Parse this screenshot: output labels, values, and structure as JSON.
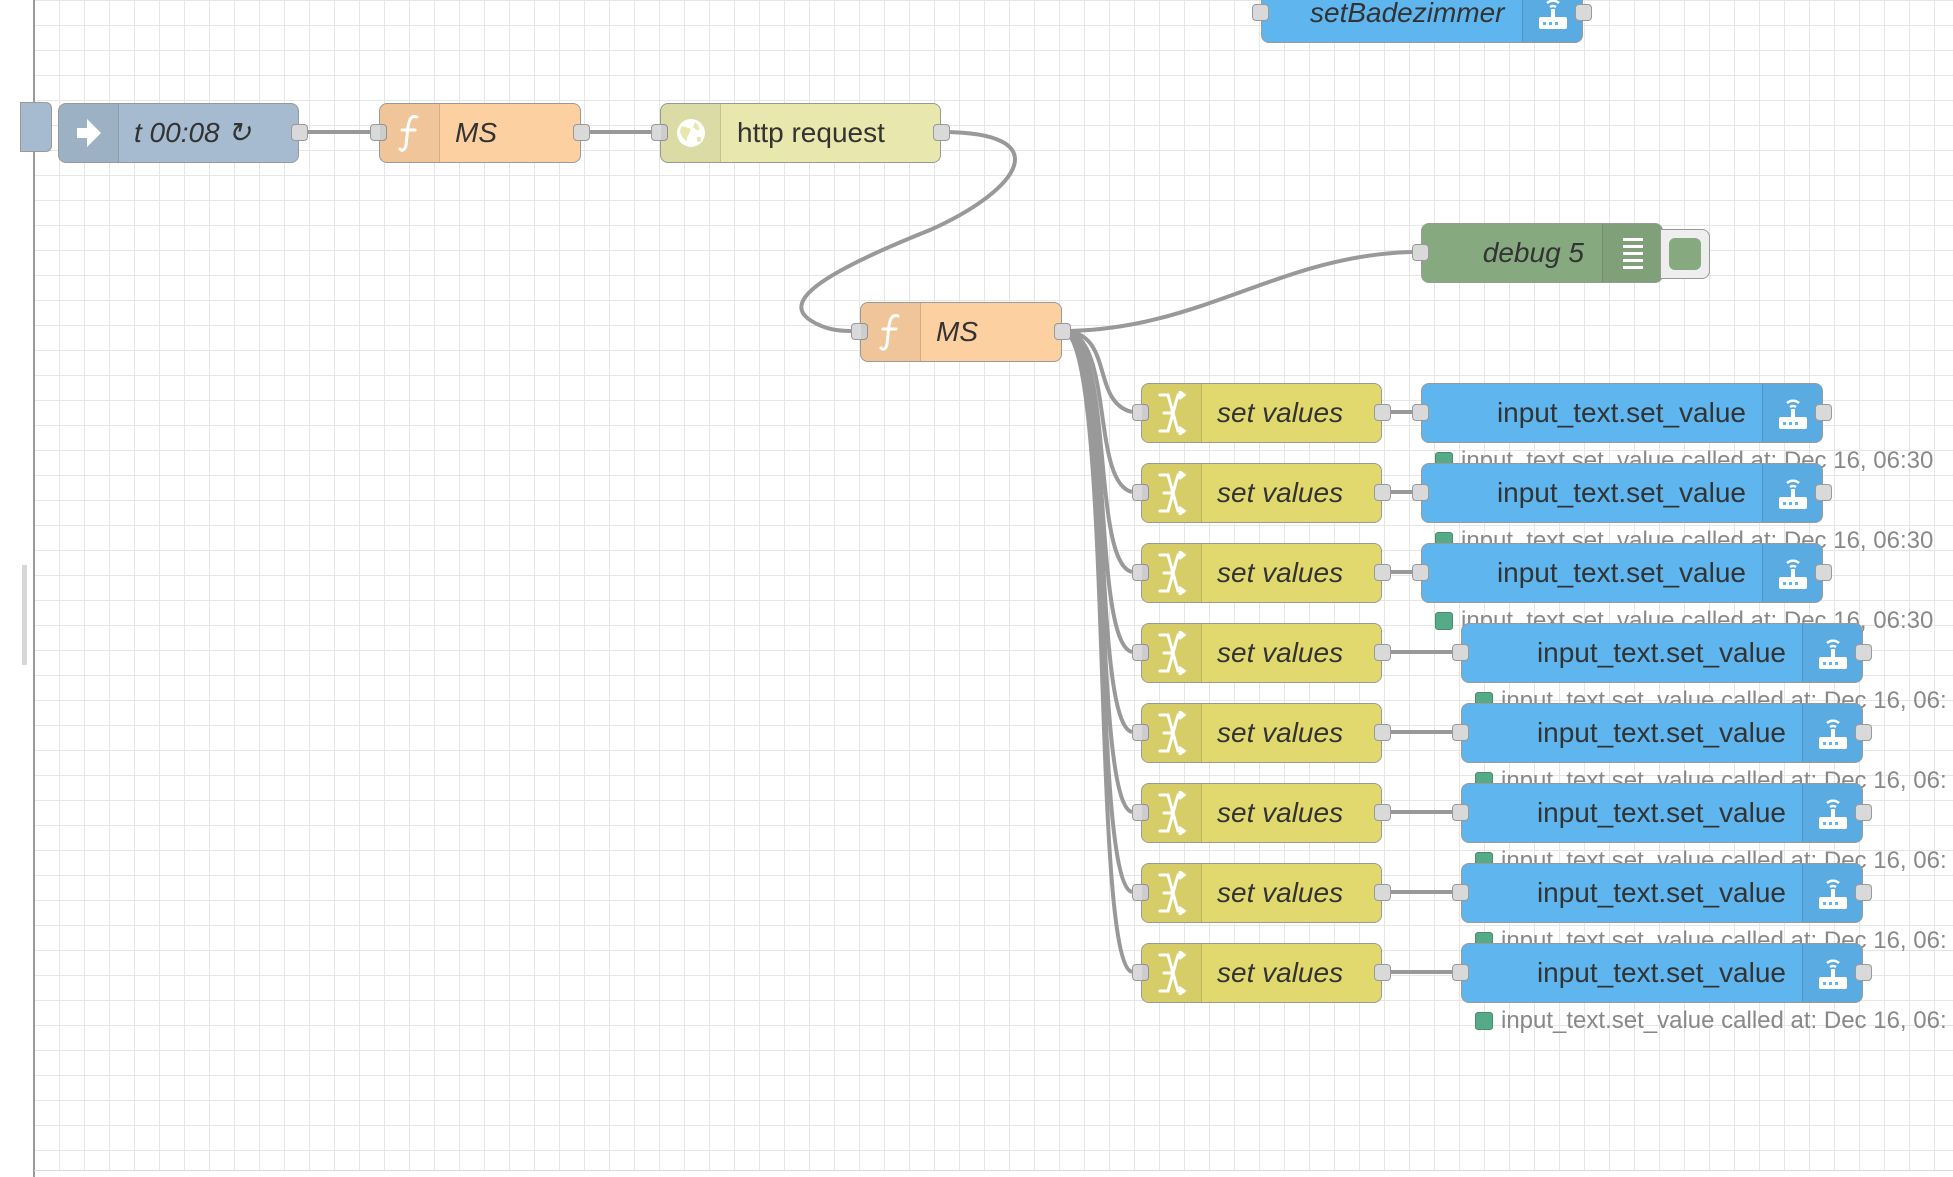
{
  "nodes": {
    "inject": {
      "label": "t 00:08 ↻",
      "icon": "inject-arrow-icon"
    },
    "function1": {
      "label": "MS",
      "icon": "function-icon"
    },
    "http": {
      "label": "http request",
      "icon": "globe-icon"
    },
    "function2": {
      "label": "MS",
      "icon": "function-icon"
    },
    "debug": {
      "label": "debug 5",
      "icon": "debug-list-icon"
    },
    "ha_top": {
      "label": "setBadezimmer",
      "icon": "home-assistant-icon"
    },
    "set_values": [
      {
        "label": "set values"
      },
      {
        "label": "set values"
      },
      {
        "label": "set values"
      },
      {
        "label": "set values"
      },
      {
        "label": "set values"
      },
      {
        "label": "set values"
      },
      {
        "label": "set values"
      },
      {
        "label": "set values"
      }
    ],
    "input_text": [
      {
        "label": "input_text.set_value",
        "status": "input_text.set_value called at: Dec 16, 06:30"
      },
      {
        "label": "input_text.set_value",
        "status": "input_text.set_value called at: Dec 16, 06:30"
      },
      {
        "label": "input_text.set_value",
        "status": "input_text.set_value called at: Dec 16, 06:30"
      },
      {
        "label": "input_text.set_value",
        "status": "input_text.set_value called at: Dec 16, 06:"
      },
      {
        "label": "input_text.set_value",
        "status": "input_text.set_value called at: Dec 16, 06:"
      },
      {
        "label": "input_text.set_value",
        "status": "input_text.set_value called at: Dec 16, 06:"
      },
      {
        "label": "input_text.set_value",
        "status": "input_text.set_value called at: Dec 16, 06:"
      },
      {
        "label": "input_text.set_value",
        "status": "input_text.set_value called at: Dec 16, 06:"
      }
    ]
  },
  "colors": {
    "inject": "#a6bbcf",
    "function": "#fdd0a2",
    "http": "#e7e7ae",
    "change": "#e2d96e",
    "debug": "#87a980",
    "homeassistant": "#5fb5ee",
    "wire": "#999999",
    "status_ok": "#55aa88"
  }
}
